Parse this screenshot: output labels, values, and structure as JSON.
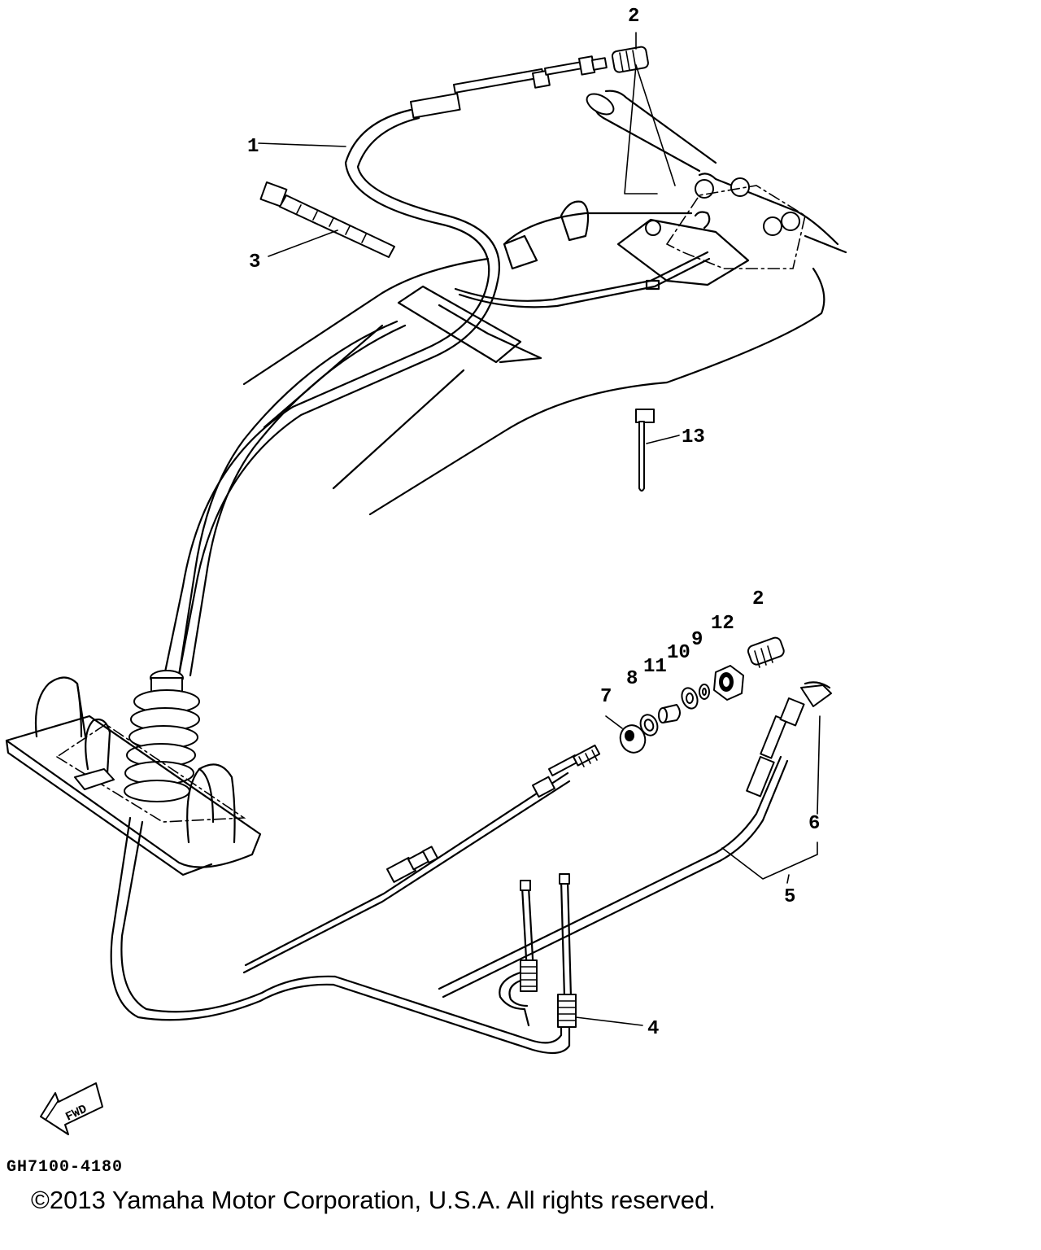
{
  "diagram": {
    "callouts": {
      "c1": "1",
      "c2_top": "2",
      "c2_right": "2",
      "c3": "3",
      "c4": "4",
      "c5": "5",
      "c6": "6",
      "c7": "7",
      "c8": "8",
      "c9": "9",
      "c10": "10",
      "c11": "11",
      "c12": "12",
      "c13": "13"
    },
    "fwd_label": "FWD",
    "code": "GH7100-4180",
    "copyright": "©2013 Yamaha Motor Corporation, U.S.A. All rights reserved."
  }
}
